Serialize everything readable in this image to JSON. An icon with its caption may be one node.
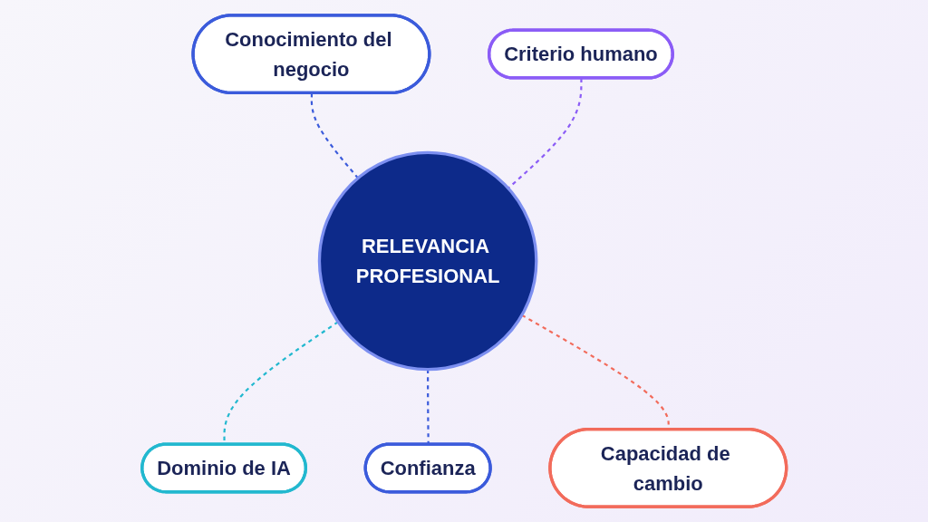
{
  "diagram": {
    "nodes": [
      {
        "text": [
          "Conocimiento del negocio"
        ]
      },
      {
        "text": [
          "Criterio humano"
        ]
      },
      {
        "text": [
          "RELEVANCIA PROFESIONAL"
        ]
      },
      {
        "text": [
          "Dominio de IA"
        ]
      },
      {
        "text": [
          "Confianza"
        ]
      },
      {
        "text": [
          "Capacidad de cambio"
        ]
      }
    ],
    "edges": [
      {
        "from": 0,
        "to": 2,
        "arrow": "none",
        "style": "dashed",
        "color": "#3b5bdb"
      },
      {
        "from": 1,
        "to": 2,
        "arrow": "none",
        "style": "dashed",
        "color": "#8b5cf6"
      },
      {
        "from": 2,
        "to": 3,
        "arrow": "none",
        "style": "dashed",
        "color": "#22b8cf"
      },
      {
        "from": 2,
        "to": 4,
        "arrow": "none",
        "style": "dashed",
        "color": "#3b5bdb"
      },
      {
        "from": 2,
        "to": 5,
        "arrow": "none",
        "style": "dashed",
        "color": "#f26b5b"
      }
    ]
  }
}
